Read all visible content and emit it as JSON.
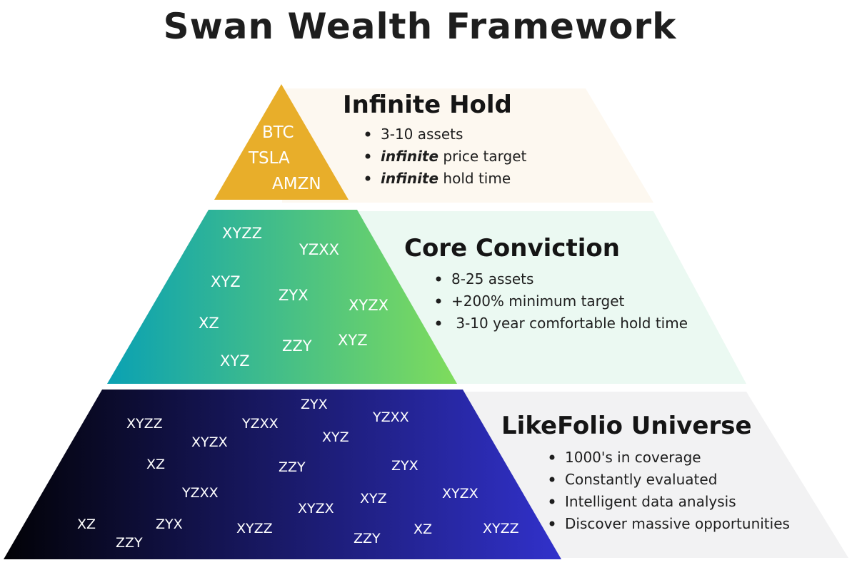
{
  "title": "Swan Wealth Framework",
  "colors": {
    "title_text": "#1e1e1e",
    "infinite_triangle": "#e8ae2a",
    "infinite_panel": "#fdf8f0",
    "core_gradient_start": "#0aa1b3",
    "core_gradient_end": "#7fdc5c",
    "core_panel": "#ebf9f2",
    "universe_gradient_start": "#020206",
    "universe_gradient_end": "#3131cb",
    "universe_panel": "#f2f2f3"
  },
  "tiers": {
    "infinite": {
      "title": "Infinite Hold",
      "tickers": [
        "BTC",
        "TSLA",
        "AMZN"
      ],
      "bullets": [
        {
          "emphasis": "",
          "text": "3-10 assets"
        },
        {
          "emphasis": "infinite",
          "text": " price target"
        },
        {
          "emphasis": "infinite",
          "text": " hold time"
        }
      ]
    },
    "core": {
      "title": "Core Conviction",
      "tickers": [
        "XYZZ",
        "YZXX",
        "XYZ",
        "ZYX",
        "XYZX",
        "XZ",
        "ZZY",
        "XYZ",
        "XYZ"
      ],
      "bullets": [
        {
          "emphasis": "",
          "text": "8-25 assets"
        },
        {
          "emphasis": "",
          "text": "+200% minimum target"
        },
        {
          "emphasis": "",
          "text": " 3-10 year comfortable hold time"
        }
      ]
    },
    "universe": {
      "title": "LikeFolio Universe",
      "tickers": [
        "ZYX",
        "YZXX",
        "XYZZ",
        "YZXX",
        "XYZX",
        "XYZ",
        "XZ",
        "ZZY",
        "ZYX",
        "YZXX",
        "XYZ",
        "XYZX",
        "XYZX",
        "XZ",
        "ZYX",
        "XYZZ",
        "ZZY",
        "ZZY",
        "XZ",
        "XYZZ"
      ],
      "bullets": [
        {
          "emphasis": "",
          "text": "1000's in coverage"
        },
        {
          "emphasis": "",
          "text": "Constantly evaluated"
        },
        {
          "emphasis": "",
          "text": "Intelligent data analysis"
        },
        {
          "emphasis": "",
          "text": "Discover massive opportunities"
        }
      ]
    }
  }
}
